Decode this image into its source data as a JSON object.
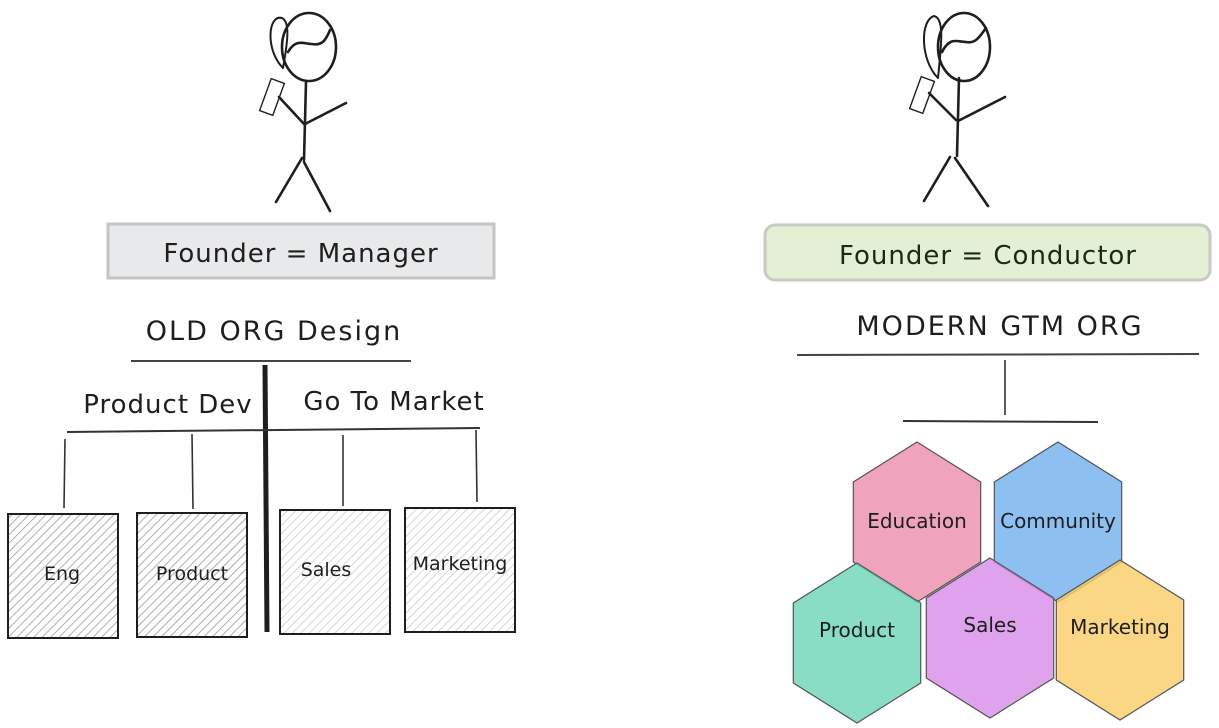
{
  "left_panel": {
    "role_label": "Founder = Manager",
    "role_color": "#e8e9eb",
    "title": "OLD ORG Design",
    "branches": [
      {
        "label": "Product Dev",
        "departments": [
          "Eng",
          "Product"
        ],
        "fill": "#c9c9c9"
      },
      {
        "label": "Go To Market",
        "departments": [
          "Sales",
          "Marketing"
        ],
        "fill": "#dcdcdc"
      }
    ]
  },
  "right_panel": {
    "role_label": "Founder = Conductor",
    "role_color": "#e3f0d3",
    "title": "MODERN GTM ORG",
    "functions": [
      {
        "label": "Education",
        "color": "#ed8fae"
      },
      {
        "label": "Community",
        "color": "#74b2ee"
      },
      {
        "label": "Product",
        "color": "#6fd5b8"
      },
      {
        "label": "Sales",
        "color": "#d78fe8"
      },
      {
        "label": "Marketing",
        "color": "#f9cd6a"
      }
    ]
  }
}
